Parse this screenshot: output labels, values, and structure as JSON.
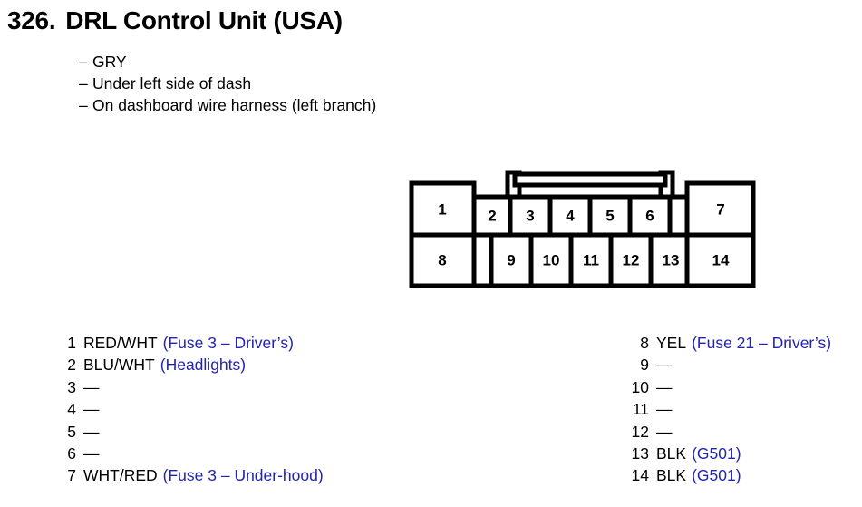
{
  "header": {
    "number": "326.",
    "title": "DRL Control Unit (USA)",
    "notes": [
      {
        "dash": "–",
        "text": "GRY"
      },
      {
        "dash": "–",
        "text": "Under left side of dash"
      },
      {
        "dash": "–",
        "text": "On dashboard wire harness (left branch)"
      }
    ]
  },
  "connector": {
    "name": "14-pin connector diagram",
    "top_row_left": [
      "1"
    ],
    "middle_row": [
      "2",
      "3",
      "4",
      "5",
      "6"
    ],
    "right_block_top": [
      "7"
    ],
    "bottom_row_left": [
      "8"
    ],
    "bottom_row": [
      "9",
      "10",
      "11",
      "12",
      "13"
    ],
    "right_block_bottom": [
      "14"
    ],
    "stroke_color": "#000000",
    "fill_color": "#ffffff"
  },
  "pins": {
    "left_column": [
      {
        "index": "1",
        "wire": "RED/WHT",
        "desc": "(Fuse 3 – Driver’s)"
      },
      {
        "index": "2",
        "wire": "BLU/WHT",
        "desc": "(Headlights)"
      },
      {
        "index": "3",
        "wire": "—",
        "desc": ""
      },
      {
        "index": "4",
        "wire": "—",
        "desc": ""
      },
      {
        "index": "5",
        "wire": "—",
        "desc": ""
      },
      {
        "index": "6",
        "wire": "—",
        "desc": ""
      },
      {
        "index": "7",
        "wire": "WHT/RED",
        "desc": "(Fuse 3 – Under-hood)"
      }
    ],
    "right_column": [
      {
        "index": "8",
        "wire": "YEL",
        "desc": "(Fuse 21 – Driver’s)"
      },
      {
        "index": "9",
        "wire": "—",
        "desc": ""
      },
      {
        "index": "10",
        "wire": "—",
        "desc": ""
      },
      {
        "index": "11",
        "wire": "—",
        "desc": ""
      },
      {
        "index": "12",
        "wire": "—",
        "desc": ""
      },
      {
        "index": "13",
        "wire": "BLK",
        "desc": "(G501)"
      },
      {
        "index": "14",
        "wire": "BLK",
        "desc": "(G501)"
      }
    ]
  },
  "colors": {
    "text": "#000000",
    "description": "#2323ad",
    "background": "#ffffff"
  }
}
